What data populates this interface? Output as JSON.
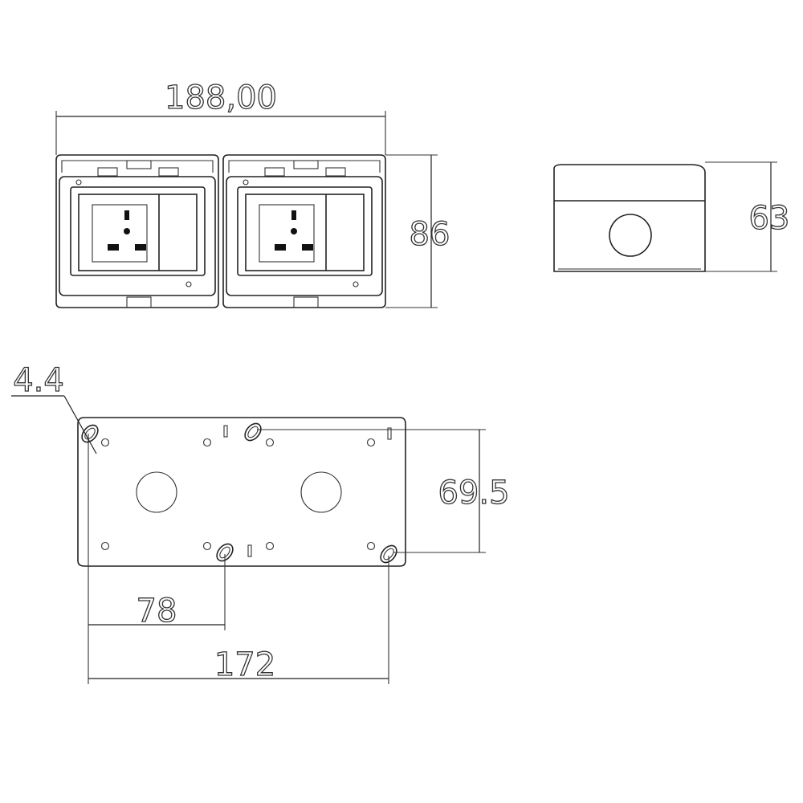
{
  "views": {
    "front": {
      "width_label": "188,00",
      "height_label": "86",
      "sockets": 2
    },
    "side": {
      "depth_label": "63"
    },
    "back": {
      "hole_label": "4.4",
      "vertical_spacing_label": "69.5",
      "half_spacing_label": "78",
      "total_spacing_label": "172"
    }
  },
  "colors": {
    "line": "#222222",
    "background": "#ffffff"
  }
}
